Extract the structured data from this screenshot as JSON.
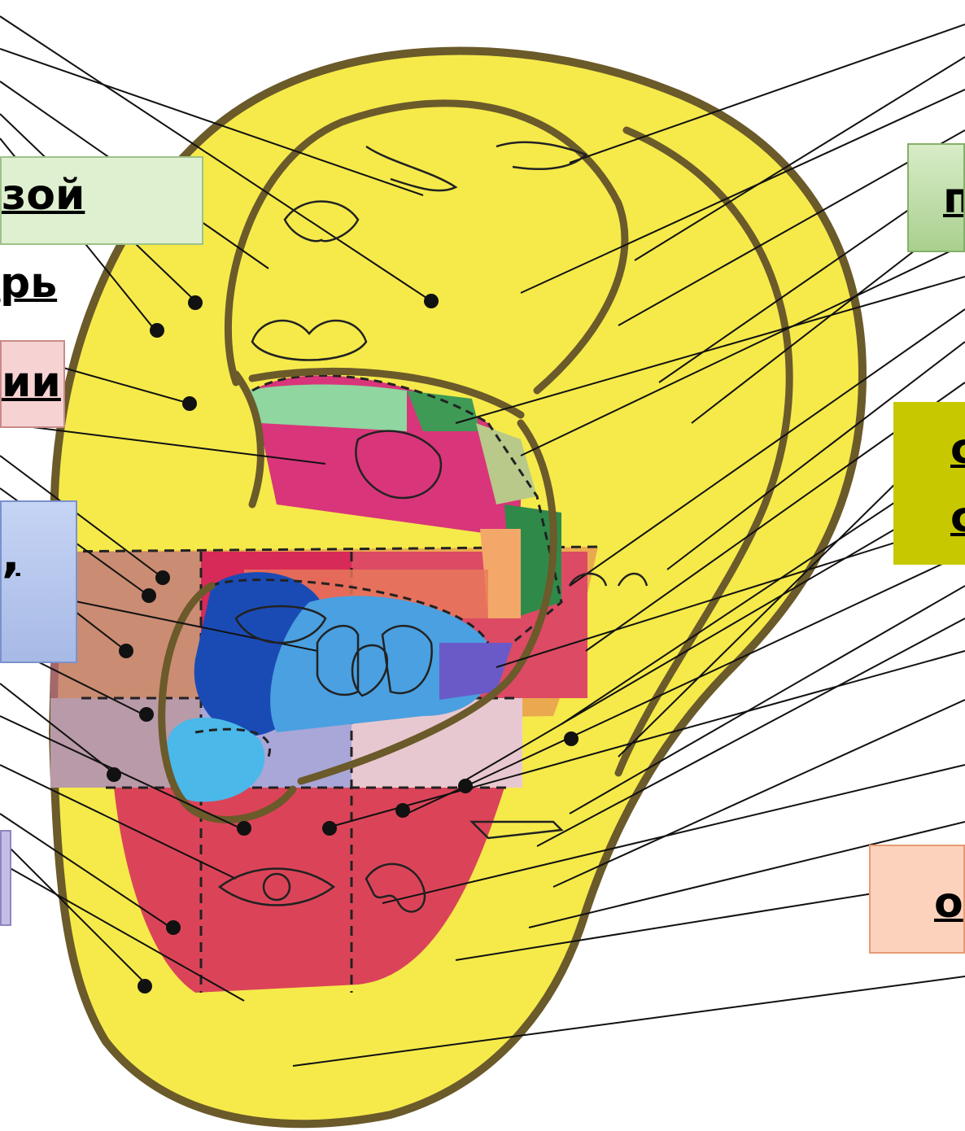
{
  "labels": {
    "top_left_line1": "зой",
    "top_left_line2": "рь",
    "mid_left": "ии",
    "blue_left": ",",
    "bottom_left": "",
    "top_right": "п",
    "olive_right_line1": "с",
    "olive_right_line2": "с",
    "bottom_right": "о"
  },
  "colors": {
    "skin": "#f5ea4a",
    "rim": "#6b5a2a",
    "digestive_pink": "#d9357a",
    "lung_blue": "#4aa0e0",
    "dark_blue": "#1a4bb5",
    "lobe_red": "#d8325a",
    "lobe_lavender": "#a9a6d8",
    "green_box": "#dff0d0",
    "pink_box": "#f6d2d2",
    "blue_box": "#b5c6ee",
    "olive_box": "#c8c800",
    "peach_box": "#fcd2bc"
  }
}
